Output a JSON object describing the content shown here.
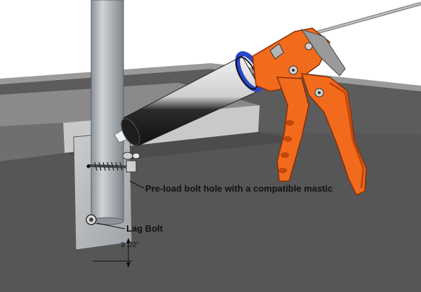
{
  "annotations": {
    "mastic_note": "Pre-load bolt hole with a compatible mastic",
    "lag_bolt": "Lag Bolt",
    "depth": "3 1/2\""
  },
  "colors": {
    "floor": "#5c5c5c",
    "wall_top": "#8a8a8a",
    "wall_face": "#c9c9c9",
    "background": "#ffffff",
    "gun_orange": "#f26b1d",
    "gun_orange_dark": "#c2470a",
    "tube_ring": "#2747c9",
    "pole": "#a8aeb3",
    "plate": "#b8bcc0"
  },
  "icons": [
    "caulking-gun-icon",
    "lag-bolt-icon",
    "mounting-pole-icon",
    "base-plate-icon"
  ]
}
